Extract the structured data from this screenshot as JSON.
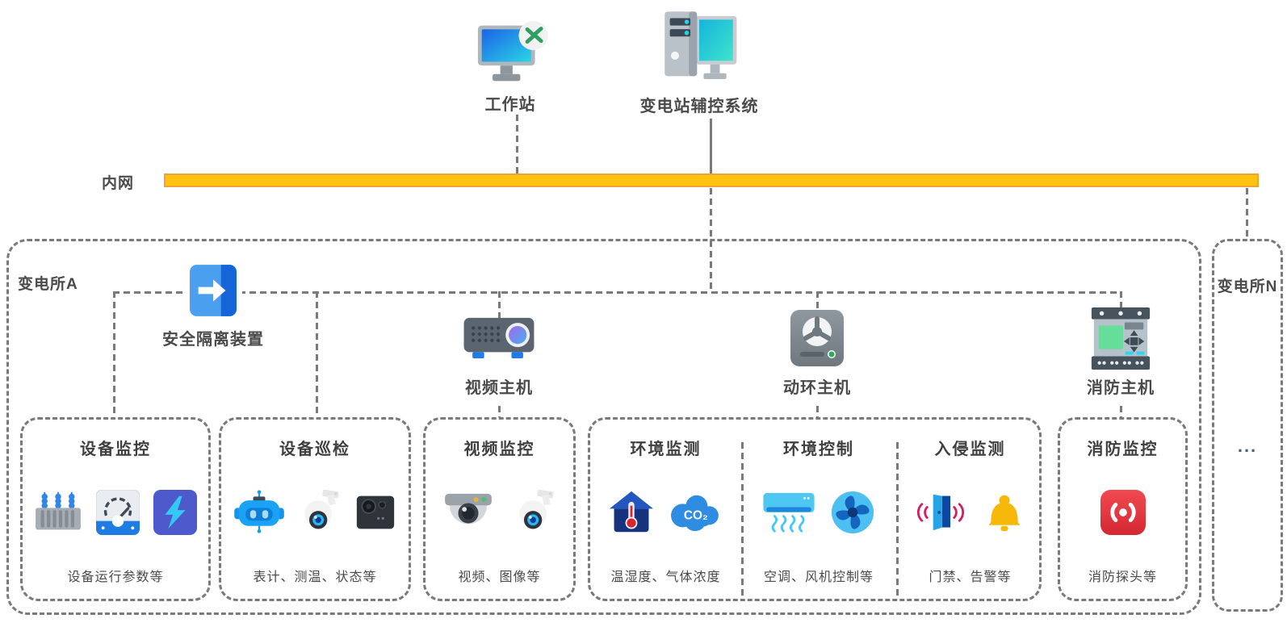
{
  "top": {
    "workstation_label": "工作站",
    "aux_system_label": "变电站辅控系统"
  },
  "network": {
    "label": "内网"
  },
  "station_a": {
    "label": "变电所A",
    "isolation_label": "安全隔离装置",
    "hosts": [
      {
        "label": "视频主机",
        "icon": "projector-icon"
      },
      {
        "label": "动环主机",
        "icon": "hdd-fan-icon"
      },
      {
        "label": "消防主机",
        "icon": "fire-control-panel-icon"
      }
    ],
    "groups": [
      {
        "title": "设备监控",
        "caption": "设备运行参数等",
        "icons": [
          "transformer-icon",
          "gauge-icon",
          "lightning-icon"
        ]
      },
      {
        "title": "设备巡检",
        "caption": "表计、测温、状态等",
        "icons": [
          "robot-icon",
          "ptz-camera-icon",
          "box-camera-icon"
        ]
      },
      {
        "title": "视频监控",
        "caption": "视频、图像等",
        "icons": [
          "dome-camera-icon",
          "ptz-camera-icon"
        ]
      },
      {
        "title": "环境监测",
        "caption": "温湿度、气体浓度",
        "icons": [
          "house-thermometer-icon",
          "co2-cloud-icon"
        ],
        "co2_text": "CO₂"
      },
      {
        "title": "环境控制",
        "caption": "空调、风机控制等",
        "icons": [
          "air-conditioner-icon",
          "fan-icon"
        ]
      },
      {
        "title": "入侵监测",
        "caption": "门禁、告警等",
        "icons": [
          "door-sensor-icon",
          "alarm-bell-icon"
        ]
      },
      {
        "title": "消防监控",
        "caption": "消防探头等",
        "icons": [
          "fire-detector-icon"
        ]
      }
    ]
  },
  "station_n": {
    "label": "变电所N",
    "ellipsis": "..."
  },
  "colors": {
    "intranet_bar": "#FFC20E",
    "intranet_border": "#E9A43B",
    "dashed_line": "#7A7A7A",
    "label_text": "#4A4A4A",
    "title_text": "#3F3F3F"
  }
}
